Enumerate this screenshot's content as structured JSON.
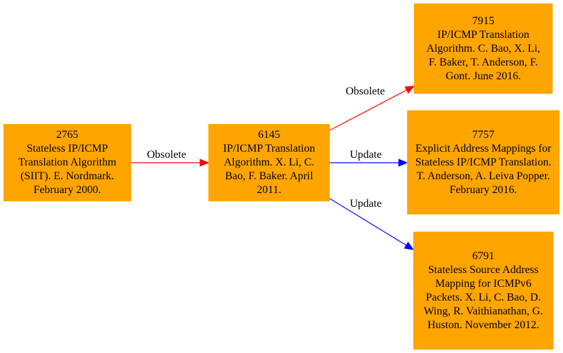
{
  "colors": {
    "node_fill": "#FFA500",
    "obsolete_edge": "#FF0000",
    "update_edge": "#0000FF"
  },
  "nodes": [
    {
      "id": "rfc2765",
      "number": "2765",
      "text": "Stateless IP/ICMP Translation Algorithm (SIIT). E. Nordmark. February 2000."
    },
    {
      "id": "rfc6145",
      "number": "6145",
      "text": "IP/ICMP Translation Algorithm. X. Li, C. Bao, F. Baker. April 2011."
    },
    {
      "id": "rfc7915",
      "number": "7915",
      "text": "IP/ICMP Translation Algorithm. C. Bao, X. Li, F. Baker, T. Anderson, F. Gont. June 2016."
    },
    {
      "id": "rfc7757",
      "number": "7757",
      "text": "Explicit Address Mappings for Stateless IP/ICMP Translation. T. Anderson, A. Leiva Popper. February 2016."
    },
    {
      "id": "rfc6791",
      "number": "6791",
      "text": "Stateless Source Address Mapping for ICMPv6 Packets. X. Li, C. Bao, D. Wing, R. Vaithianathan, G. Huston. November 2012."
    }
  ],
  "edges": [
    {
      "from": "rfc2765",
      "to": "rfc6145",
      "label": "Obsolete",
      "kind": "obsolete"
    },
    {
      "from": "rfc6145",
      "to": "rfc7915",
      "label": "Obsolete",
      "kind": "obsolete"
    },
    {
      "from": "rfc6145",
      "to": "rfc7757",
      "label": "Update",
      "kind": "update"
    },
    {
      "from": "rfc6145",
      "to": "rfc6791",
      "label": "Update",
      "kind": "update"
    }
  ]
}
